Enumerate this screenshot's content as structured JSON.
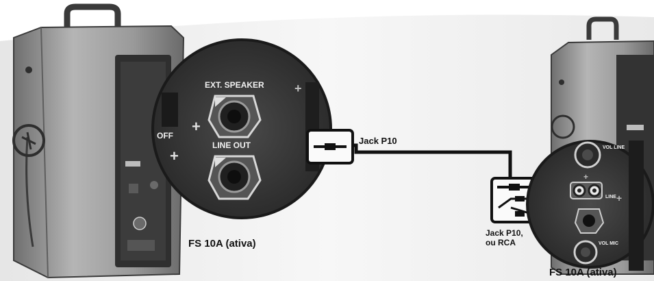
{
  "colors": {
    "background": "#f3f3f3",
    "speaker_body": "#8f8f8f",
    "panel": "#3a3a3a",
    "cable": "#111111"
  },
  "left_speaker": {
    "model_label": "FS 10A (ativa)",
    "zoom": {
      "ext_speaker_label": "EXT. SPEAKER",
      "line_out_label": "LINE OUT",
      "switch_label": "OFF"
    }
  },
  "right_speaker": {
    "model_label": "FS 10A (ativa)",
    "zoom": {
      "vol_line_label": "VOL LINE",
      "line_label": "LINE",
      "vol_mic_label": "VOL MIC"
    }
  },
  "cables": {
    "left_connector_label": "Jack P10",
    "right_connector_label_line1": "Jack P10,",
    "right_connector_label_line2": "ou RCA"
  }
}
